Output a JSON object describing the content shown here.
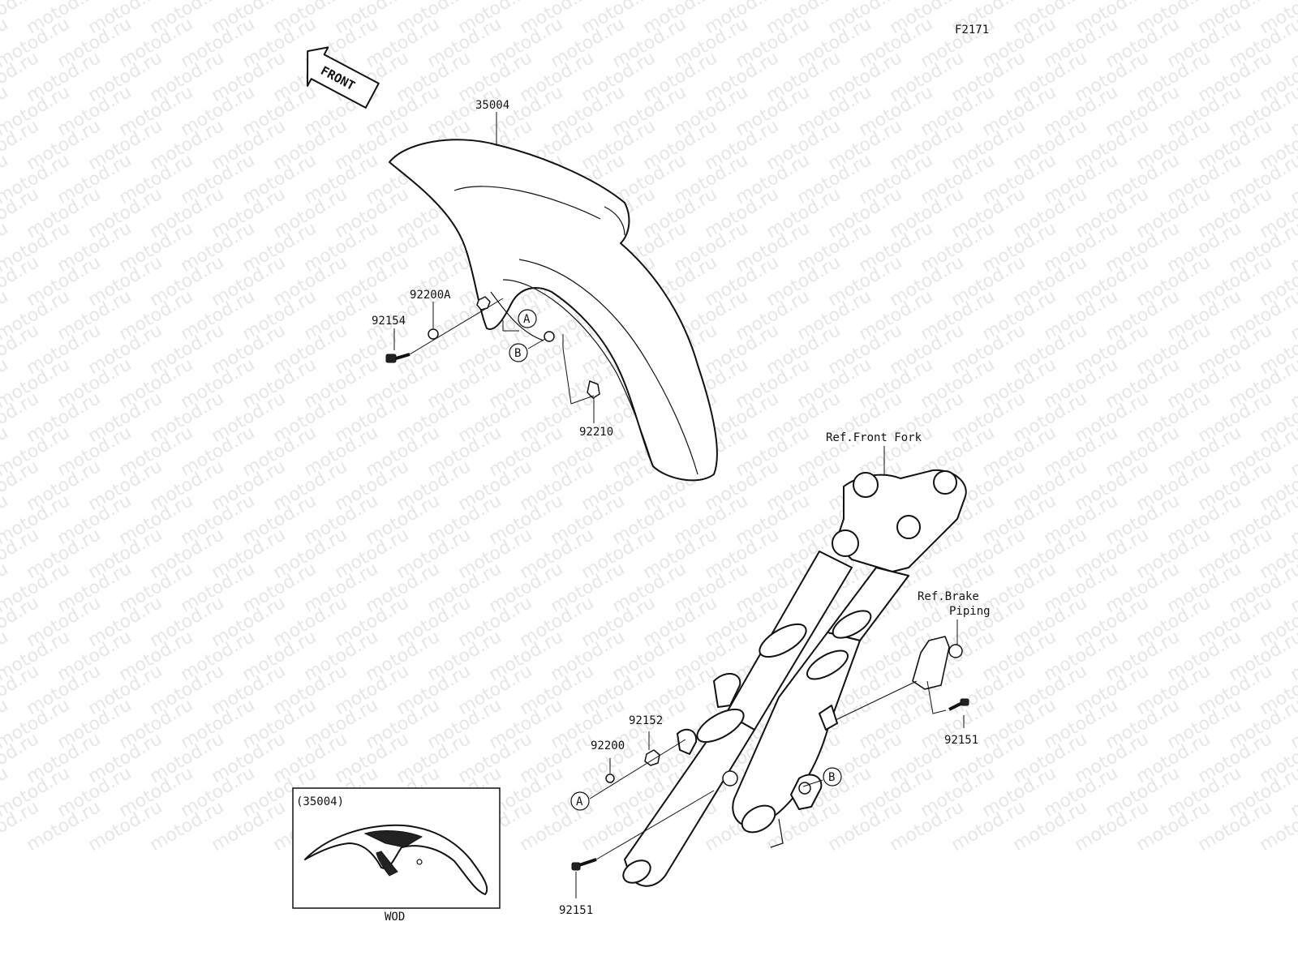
{
  "diagram_code": "F2171",
  "watermark": "motod.ru",
  "front_arrow_label": "FRONT",
  "part_labels": {
    "fender": "35004",
    "washer_a": "92200A",
    "bolt_a": "92154",
    "clip_nut": "92210",
    "collar": "92152",
    "washer": "92200",
    "bolt_lower": "92151",
    "bolt_right": "92151"
  },
  "refs": {
    "front_fork": "Ref.Front Fork",
    "brake_piping_line1": "Ref.Brake",
    "brake_piping_line2": "Piping"
  },
  "callouts": {
    "a": "A",
    "b": "B"
  },
  "inset": {
    "part_ref": "(35004)",
    "caption": "WOD"
  }
}
